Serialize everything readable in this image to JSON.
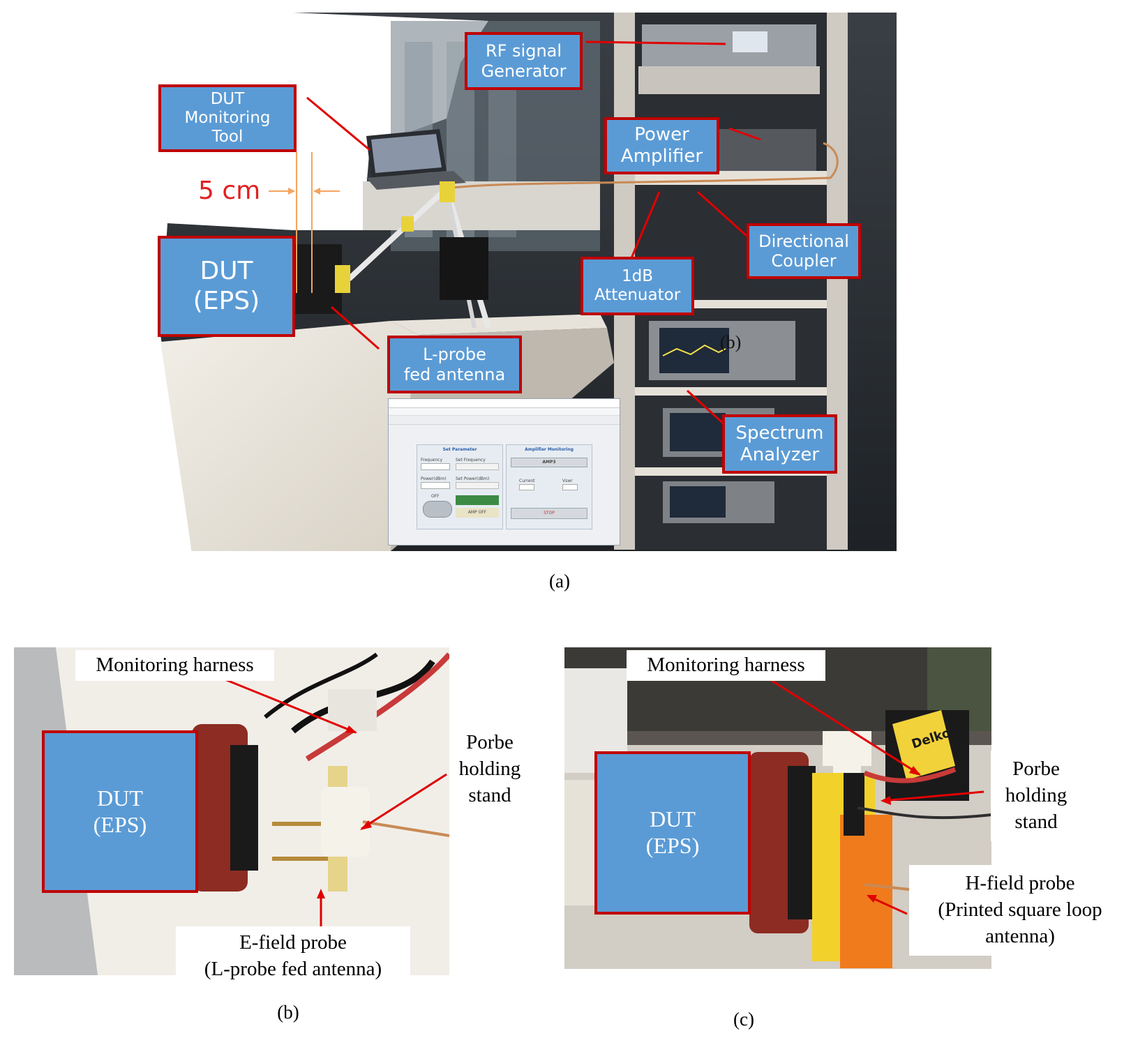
{
  "panel_a": {
    "caption": "(a)",
    "labels": {
      "rf_signal_generator": "RF signal\nGenerator",
      "dut_monitoring_tool": "DUT\nMonitoring\nTool",
      "power_amplifier": "Power\nAmplifier",
      "distance": "5 cm",
      "dut": "DUT\n(EPS)",
      "directional_coupler": "Directional\nCoupler",
      "attenuator": "1dB\nAttenuator",
      "l_probe": "L-probe\nfed antenna",
      "spectrum_analyzer": "Spectrum\nAnalyzer",
      "stray_b": "(b)"
    },
    "inset": {
      "set_parameter": "Set Parameter",
      "amplifier_monitoring": "Amplifier Monitoring",
      "frequency": "Frequency",
      "set_frequency": "Set Frequency",
      "power_dbm": "Power(dBm)",
      "set_power_dbm": "Set Power(dBm)",
      "off": "OFF",
      "amp_name": "AMP3",
      "current": "Current",
      "vswr": "Vswr",
      "amp_off": "AMP OFF",
      "stop": "STOP"
    }
  },
  "panel_b": {
    "caption": "(b)",
    "labels": {
      "monitoring_harness": "Monitoring harness",
      "dut": "DUT\n(EPS)",
      "probe_stand": "Porbe\nholding\nstand",
      "e_field_probe": "E-field probe\n(L-probe fed antenna)"
    }
  },
  "panel_c": {
    "caption": "(c)",
    "labels": {
      "monitoring_harness": "Monitoring harness",
      "dut": "DUT\n(EPS)",
      "probe_stand": "Porbe\nholding\nstand",
      "h_field_probe": "H-field probe\n(Printed square loop\nantenna)",
      "brand": "Delko"
    }
  },
  "colors": {
    "label_blue": "#5b9bd5",
    "label_border": "#c00000",
    "arrow_red": "#e00000",
    "dimension_orange": "#f4a460",
    "distance_text": "#e02020"
  }
}
